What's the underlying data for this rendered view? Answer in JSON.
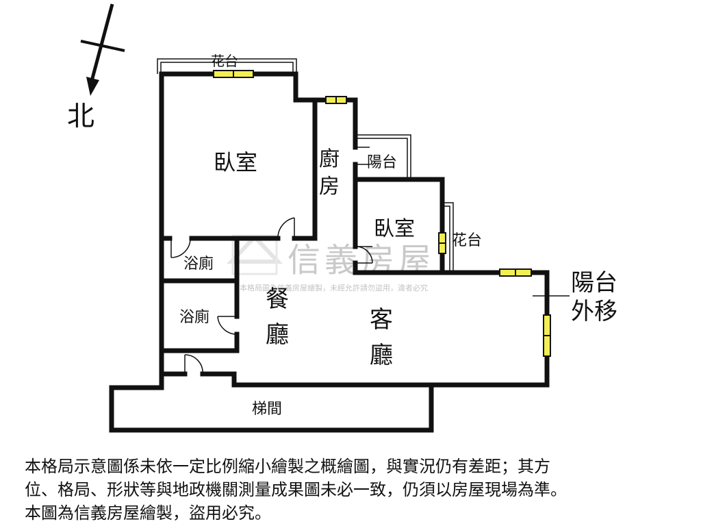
{
  "compass": {
    "north_label": "北"
  },
  "rooms": {
    "flower_bed_top": "花台",
    "bedroom_main": "臥室",
    "kitchen_line1": "廚",
    "kitchen_line2": "房",
    "balcony_small": "陽台",
    "bedroom_second": "臥室",
    "flower_bed_side": "花台",
    "bath_1": "浴廁",
    "bath_2": "浴廁",
    "dining_line1": "餐",
    "dining_line2": "廳",
    "living_line1": "客",
    "living_line2": "廳",
    "balcony_moved_line1": "陽台",
    "balcony_moved_line2": "外移",
    "stairwell": "梯間"
  },
  "watermark": {
    "brand": "信義房屋",
    "notice": "本格局圖為信義房屋繪製，未經允許請勿盜用，違者必究"
  },
  "disclaimer": {
    "line1": "本格局示意圖係未依一定比例縮小繪製之概繪圖，與實況仍有差距；其方",
    "line2": "位、格局、形狀等與地政機關測量成果圖未必一致，仍須以房屋現場為準。",
    "line3": "本圖為信義房屋繪製，盜用必究。"
  },
  "colors": {
    "wall": "#111111",
    "window_fill": "#f3ef52",
    "watermark": "#c9c9c9"
  }
}
